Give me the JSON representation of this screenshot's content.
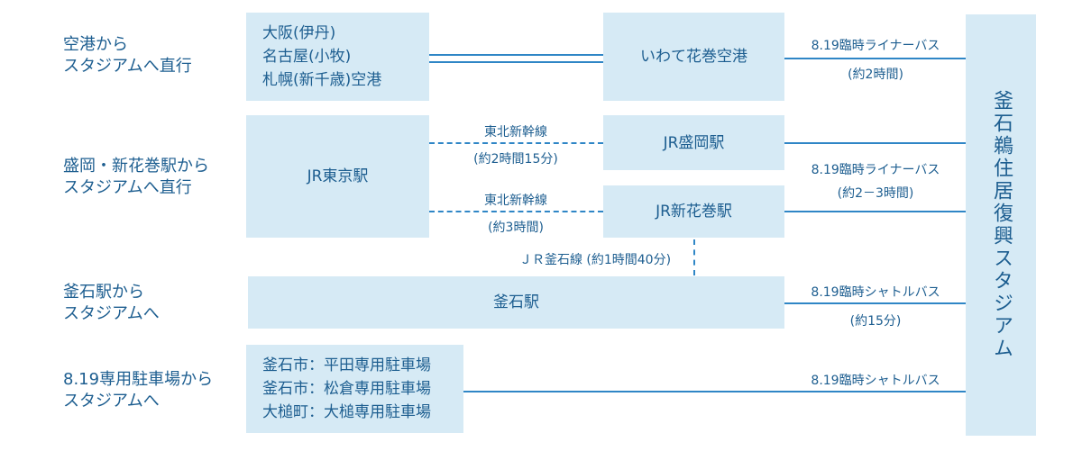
{
  "row_labels": {
    "airport": [
      "空港から",
      "スタジアムへ直行"
    ],
    "morioka": [
      "盛岡・新花巻駅から",
      "スタジアムへ直行"
    ],
    "kamaishi": [
      "釜石駅から",
      "スタジアムへ"
    ],
    "parking": [
      "8.19専用駐車場から",
      "スタジアムへ"
    ]
  },
  "boxes": {
    "airports": [
      "大阪(伊丹)",
      "名古屋(小牧)",
      "札幌(新千歳)空港"
    ],
    "hanamaki_airport": "いわて花巻空港",
    "tokyo": "JR東京駅",
    "morioka_station": "JR盛岡駅",
    "shinhanamaki_station": "JR新花巻駅",
    "kamaishi_station": "釜石駅",
    "parking_lots": [
      "釜石市：平田専用駐車場",
      "釜石市：松倉専用駐車場",
      "大槌町：大槌専用駐車場"
    ],
    "stadium": "釜石鵜住居復興スタジアム"
  },
  "labels": {
    "airport_bus": "8.19臨時ライナーバス",
    "airport_bus_time": "(約2時間)",
    "shinkansen_1": "東北新幹線",
    "shinkansen_1_time": "(約2時間15分)",
    "shinkansen_2": "東北新幹線",
    "shinkansen_2_time": "(約3時間)",
    "station_bus": "8.19臨時ライナーバス",
    "station_bus_time": "(約2－3時間)",
    "kamaishi_line": "ＪＲ釜石線 (約1時間40分)",
    "kamaishi_shuttle": "8.19臨時シャトルバス",
    "kamaishi_shuttle_time": "(約15分)",
    "parking_shuttle": "8.19臨時シャトルバス"
  },
  "colors": {
    "box_fill": "#d6eaf5",
    "line": "#2f86c6",
    "text": "#1d5e90"
  }
}
